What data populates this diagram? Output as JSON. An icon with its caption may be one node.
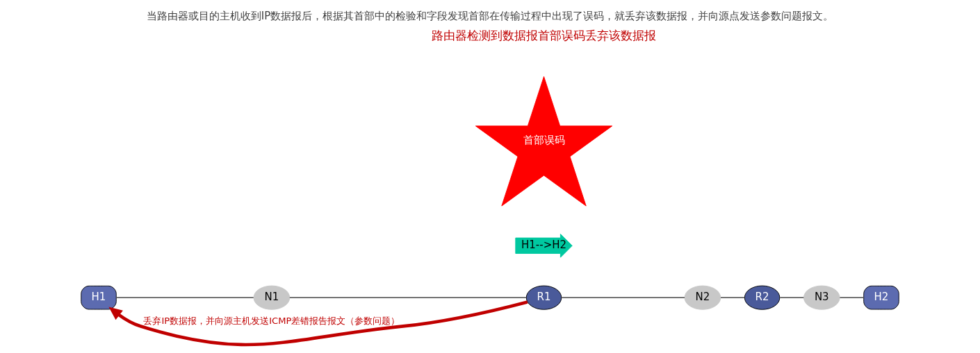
{
  "diagram": {
    "title": "当路由器或目的主机收到IP数据报后，根据其首部中的检验和字段发现首部在传输过程中出现了误码，就丢弃该数据报，并向源点发送参数问题报文。",
    "nodes": [
      {
        "text": [
          "H1"
        ]
      },
      {
        "text": [
          "N1"
        ]
      },
      {
        "text": [
          "R1"
        ]
      },
      {
        "text": [
          "N2"
        ]
      },
      {
        "text": [
          "R2"
        ]
      },
      {
        "text": [
          "N3"
        ]
      },
      {
        "text": [
          "H2"
        ]
      },
      {
        "text": [
          "H1-->H2"
        ]
      },
      {
        "text": [
          "首部误码"
        ]
      }
    ],
    "edges": [
      {
        "from": 0,
        "to": 1,
        "arrow": "none"
      },
      {
        "from": 1,
        "to": 2,
        "arrow": "none"
      },
      {
        "from": 2,
        "to": 3,
        "arrow": "none"
      },
      {
        "from": 3,
        "to": 4,
        "arrow": "none"
      },
      {
        "from": 4,
        "to": 5,
        "arrow": "none"
      },
      {
        "from": 5,
        "to": 6,
        "arrow": "none"
      },
      {
        "from": 2,
        "to": 0,
        "arrow": "to",
        "style": "thick",
        "color": "#c00000",
        "label": "丢弃IP数据报，并向源主机发送ICMP差错报告报文（参数问题）"
      }
    ],
    "labels": [
      "路由器检测到数据报首部误码丢弃该数据报"
    ]
  }
}
